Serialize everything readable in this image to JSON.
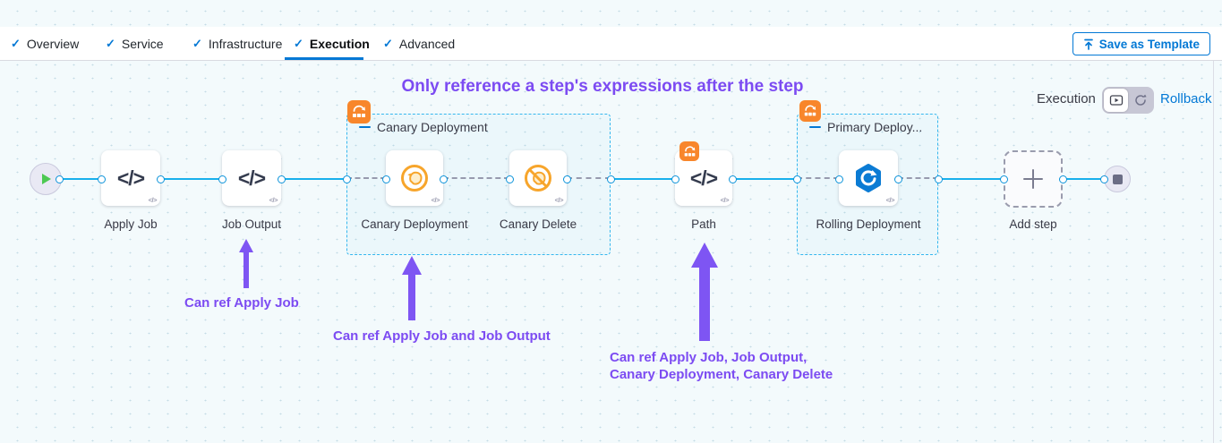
{
  "icons": {
    "check": "✓",
    "code": "</>"
  },
  "tab_bar": {
    "tabs": [
      {
        "label": "Overview"
      },
      {
        "label": "Service"
      },
      {
        "label": "Infrastructure"
      },
      {
        "label": "Execution"
      },
      {
        "label": "Advanced"
      }
    ],
    "active_tab": "Execution",
    "save_button": "Save as Template"
  },
  "canvas": {
    "callout_title": "Only reference a step's expressions after the step",
    "mode_toggle": {
      "execution_label": "Execution",
      "rollback_link": "Rollback"
    },
    "groups": [
      {
        "name": "Canary Deployment"
      },
      {
        "name": "Primary Deploy..."
      }
    ],
    "steps": {
      "apply_job": "Apply Job",
      "job_output": "Job Output",
      "canary_deployment": "Canary Deployment",
      "canary_delete": "Canary Delete",
      "path": "Path",
      "rolling_deployment": "Rolling Deployment",
      "add_step": "Add step"
    },
    "annotations": {
      "ref_1": "Can ref Apply Job",
      "ref_2": "Can ref Apply Job and Job Output",
      "ref_3_line1": "Can ref Apply Job, Job Output,",
      "ref_3_line2": "Canary Deployment, Canary Delete"
    },
    "colors": {
      "accent_purple": "#7c4bf2",
      "link_blue": "#0278d5",
      "edge_blue": "#18b0ec",
      "badge_orange": "#f8862b",
      "canary_orange": "#f7a52b",
      "rolling_blue": "#0b7bd4"
    }
  }
}
